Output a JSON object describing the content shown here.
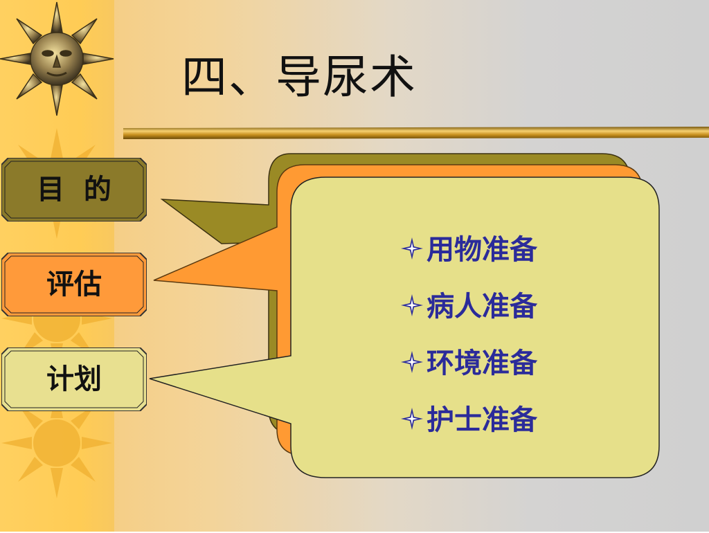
{
  "slide": {
    "title": "四、导尿术",
    "tags": [
      {
        "label": "目  的",
        "color": "#8b7a2a"
      },
      {
        "label": "评估",
        "color": "#ff9a3a"
      },
      {
        "label": "计划",
        "color": "#e8e090"
      }
    ],
    "callout": {
      "back_color": "#9a8a25",
      "middle_color": "#ff9a33",
      "front_color": "#e6e08a",
      "items": [
        "用物准备",
        "病人准备",
        "环境准备",
        "护士准备"
      ],
      "bullet_icon": "four-point-star-icon",
      "text_color": "#2b2b9a"
    },
    "decoration": {
      "icon": "sun-icon"
    }
  }
}
